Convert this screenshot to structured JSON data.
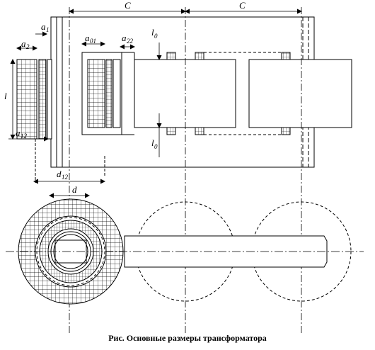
{
  "caption": "Рис.  Основные размеры трансформатора",
  "labels": {
    "C_left": "C",
    "C_right": "C",
    "a1": "a",
    "a1_sub": "1",
    "a2": "a",
    "a2_sub": "2",
    "a01": "a",
    "a01_sub": "01",
    "a22": "a",
    "a22_sub": "22",
    "a12": "a",
    "a12_sub": "12",
    "l": "l",
    "l0_top": "l",
    "l0_top_sub": "0",
    "l0_bottom": "l",
    "l0_bottom_sub": "0",
    "d12": "d",
    "d12_sub": "12",
    "d": "d"
  }
}
